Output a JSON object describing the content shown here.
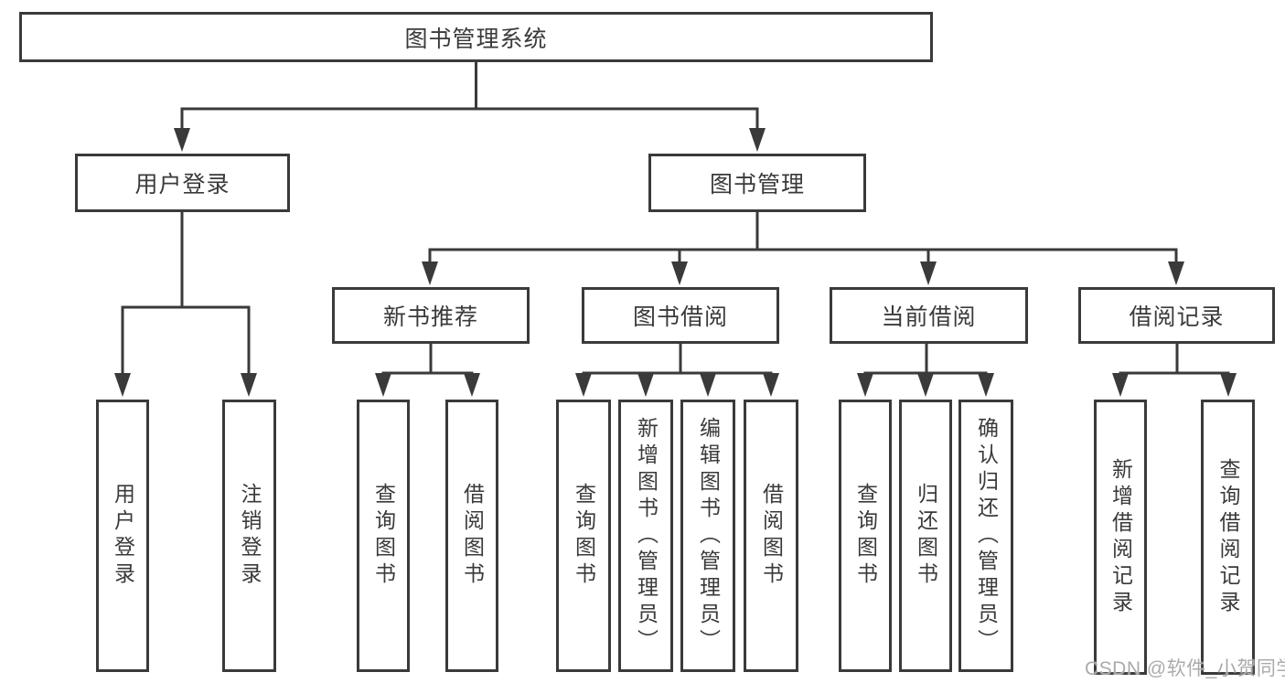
{
  "diagram": {
    "root_label": "图书管理系统",
    "user_login": {
      "label": "用户登录",
      "children": [
        "用户登录",
        "注销登录"
      ]
    },
    "book_mgmt": {
      "label": "图书管理",
      "sections": [
        {
          "label": "新书推荐",
          "children": [
            "查询图书",
            "借阅图书"
          ]
        },
        {
          "label": "图书借阅",
          "children": [
            "查询图书",
            "新增图书（管理员）",
            "编辑图书（管理员）",
            "借阅图书"
          ]
        },
        {
          "label": "当前借阅",
          "children": [
            "查询图书",
            "归还图书",
            "确认归还（管理员）"
          ]
        },
        {
          "label": "借阅记录",
          "children": [
            "新增借阅记录",
            "查询借阅记录"
          ]
        }
      ]
    }
  },
  "watermark": "CSDN @软件_小贺同学",
  "colors": {
    "line": "#3a3a3a",
    "border": "#3a3a3a",
    "text": "#3a3a3a",
    "watermark": "#ababab",
    "background": "#ffffff"
  }
}
